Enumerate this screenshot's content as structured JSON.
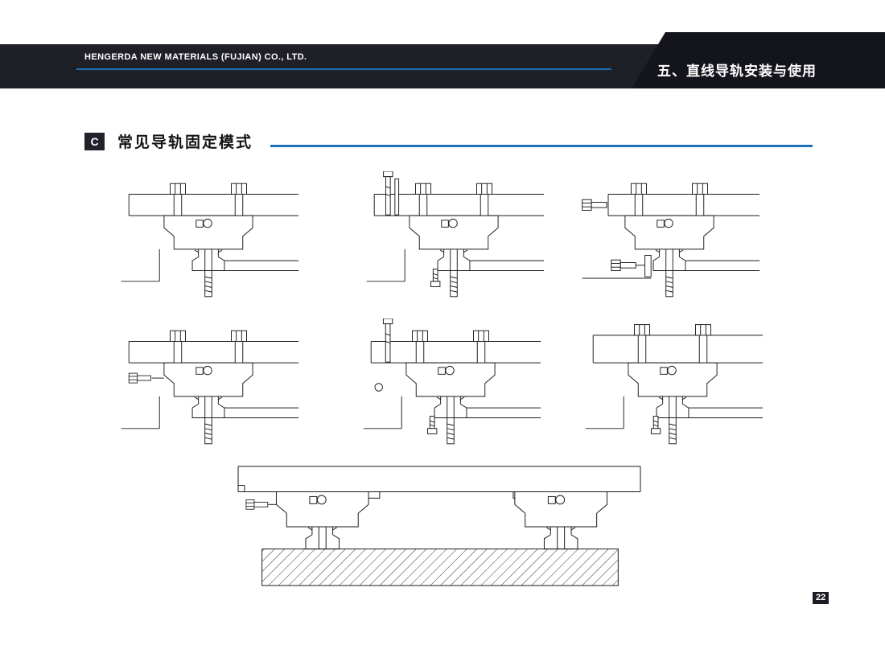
{
  "header": {
    "company": "HENGERDA NEW MATERIALS (FUJIAN) CO., LTD.",
    "section_title": "五、直线导轨安装与使用"
  },
  "section": {
    "marker": "C",
    "title": "常见导轨固定模式"
  },
  "footer": {
    "page_number": "22"
  },
  "colors": {
    "accent_blue": "#1d6fb8",
    "header_dark": "#1f2027",
    "header_darker": "#14151c",
    "line_dark": "#1a1a1a",
    "page_bg": "#ffffff"
  }
}
